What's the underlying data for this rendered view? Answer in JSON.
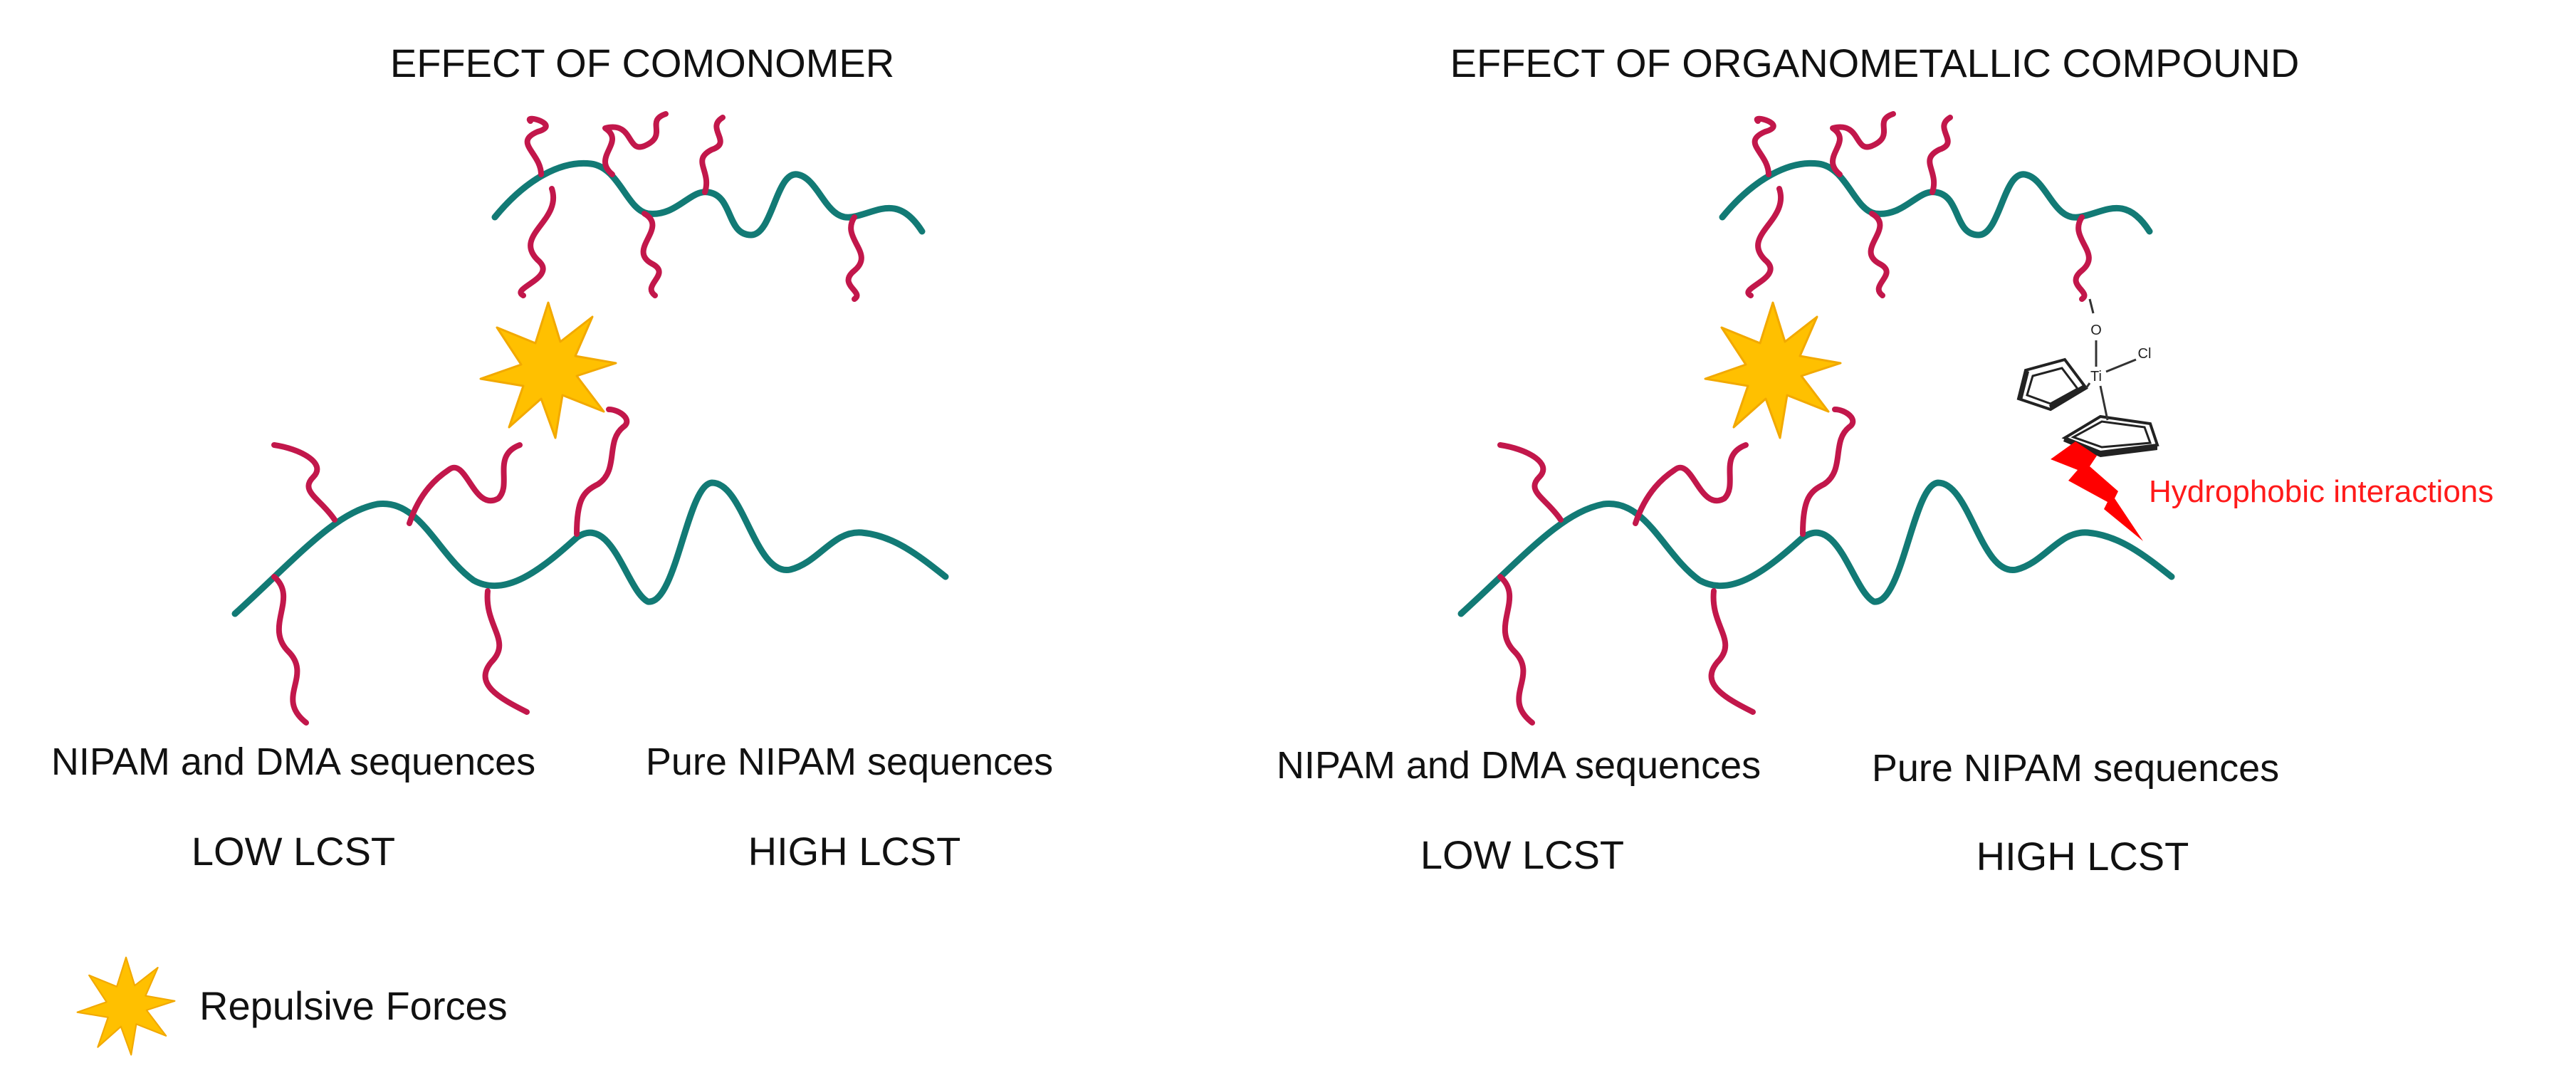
{
  "colors": {
    "backbone": "#127a75",
    "side_chain": "#c2174b",
    "star_fill": "#ffc000",
    "star_stroke": "#f2a900",
    "lightning": "#ff0000",
    "hydrophobic_label": "#ff1a1a",
    "text": "#111111"
  },
  "icons": {
    "repulsive_force": "starburst-icon",
    "hydrophobic": "lightning-bolt-icon",
    "organometallic": "titanocene-structure-icon"
  },
  "panels": {
    "comonomer": {
      "title": "EFFECT OF COMONOMER",
      "left_sequence_label": "NIPAM and DMA sequences",
      "left_lcst": "LOW LCST",
      "right_sequence_label": "Pure NIPAM sequences",
      "right_lcst": "HIGH LCST"
    },
    "organometallic": {
      "title": "EFFECT OF ORGANOMETALLIC COMPOUND",
      "left_sequence_label": "NIPAM and DMA sequences",
      "left_lcst": "LOW LCST",
      "right_sequence_label": "Pure NIPAM sequences",
      "right_lcst": "HIGH LCST",
      "interaction_label": "Hydrophobic interactions",
      "atoms": {
        "oxygen": "O",
        "metal": "Ti",
        "chlorine": "Cl"
      }
    }
  },
  "legend": {
    "label": "Repulsive Forces"
  }
}
